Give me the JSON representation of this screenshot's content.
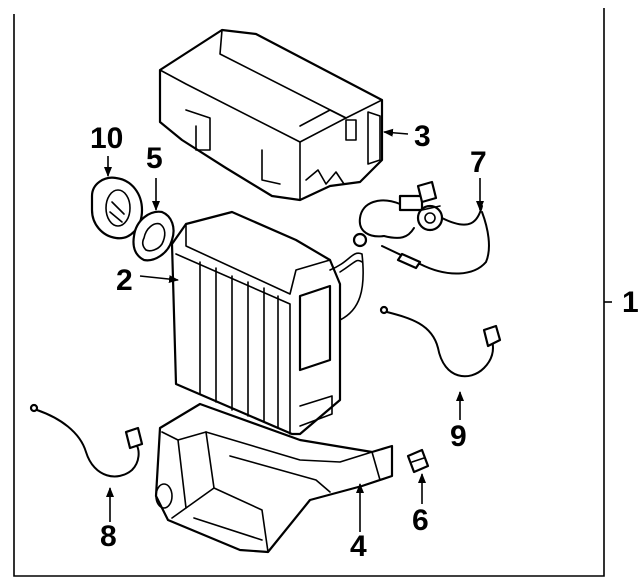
{
  "diagram": {
    "callouts": {
      "assembly": "1",
      "evaporator_core": "2",
      "upper_case": "3",
      "lower_case": "4",
      "gasket": "5",
      "sensor": "6",
      "expansion_valve": "7",
      "harness_left": "8",
      "harness_right": "9",
      "grommet": "10"
    }
  }
}
